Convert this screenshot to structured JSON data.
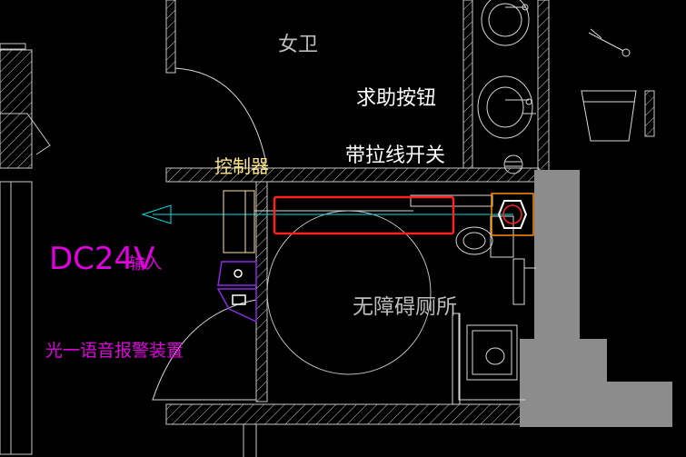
{
  "labels": {
    "female_toilet": "女卫",
    "help_button": "求助按钮",
    "pull_switch": "带拉线开关",
    "controller": "控制器",
    "dc_input_value": "DC24V",
    "dc_input_suffix": "输入",
    "accessible_toilet": "无障碍厕所",
    "alarm_device": "光一语音报警装置"
  },
  "colors": {
    "background": "#000000",
    "wall": "#c8c8c8",
    "fixture": "#d8d8d8",
    "text_white": "#ffffff",
    "text_yellow": "#ffe680",
    "text_gray": "#bdbdbd",
    "text_magenta": "#e000e0",
    "cable_cyan": "#00e0e0",
    "highlight_red": "#ff2020",
    "controller_box": "#ffe39a",
    "alarm_device": "#8a2be2",
    "switch_orange": "#ff8c00",
    "column_gray": "#8c8c8c"
  },
  "icons": {
    "arrow": "cable-arrow-icon",
    "alarm": "sound-light-alarm-icon",
    "pull_switch": "pull-cord-switch-icon",
    "door_swing": "door-swing-arc-icon"
  }
}
